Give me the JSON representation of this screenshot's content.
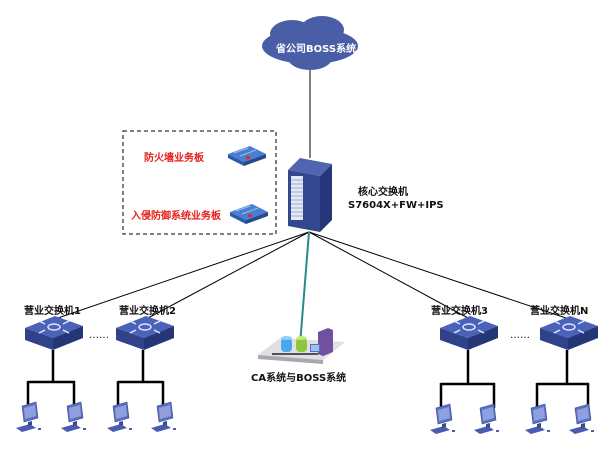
{
  "diagram": {
    "cloud": {
      "label": "省公司BOSS系统",
      "icon": "cloud-icon"
    },
    "core_switch": {
      "name": "核心交换机",
      "model": "S7604X+FW+IPS",
      "icon": "chassis-switch-icon"
    },
    "service_boards": [
      {
        "label": "防火墙业务板",
        "icon": "service-board-icon"
      },
      {
        "label": "入侵防御系统业务板",
        "icon": "service-board-icon"
      }
    ],
    "access_switches": [
      {
        "label": "营业交换机1",
        "icon": "switch-icon"
      },
      {
        "label": "营业交换机2",
        "icon": "switch-icon"
      },
      {
        "label": "营业交换机3",
        "icon": "switch-icon"
      },
      {
        "label": "营业交换机N",
        "icon": "switch-icon"
      }
    ],
    "ellipsis": "……",
    "server_cluster": {
      "label": "CA系统与BOSS系统",
      "icon": "server-cluster-icon"
    },
    "colors": {
      "device_blue": "#3f57a6",
      "cloud_blue": "#4a5ea8",
      "label_red": "#e8201a",
      "link_teal": "#2a8a8a"
    }
  }
}
